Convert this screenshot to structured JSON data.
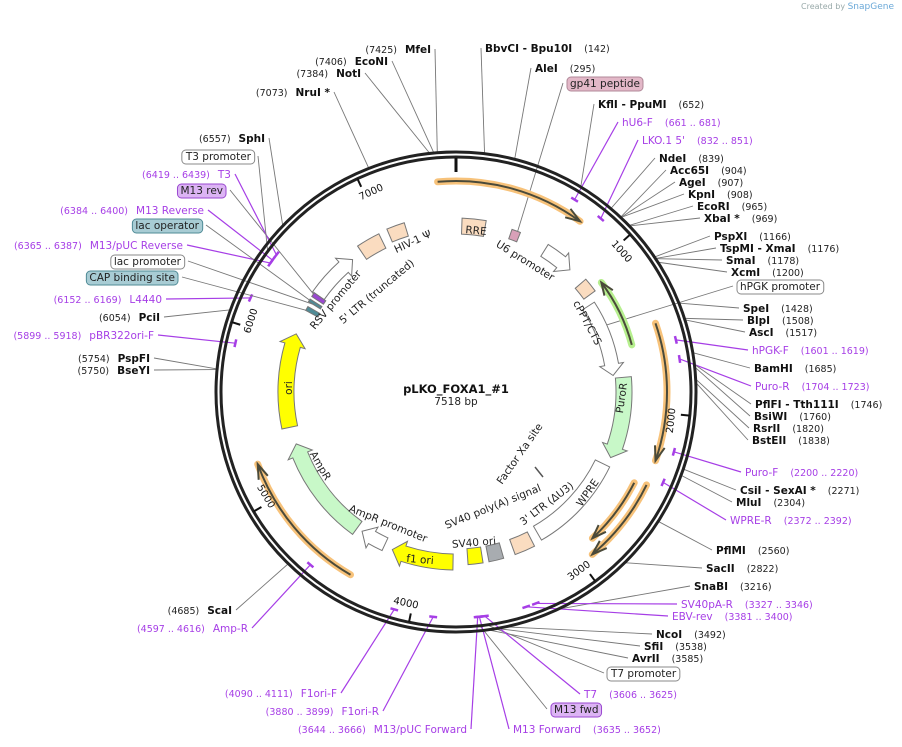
{
  "watermark": {
    "prefix": "Created by",
    "brand": "SnapGene"
  },
  "plasmid": {
    "name": "pLKO_FOXA1_#1",
    "length": "7518 bp",
    "total_bp": 7518
  },
  "ticks": [
    "1000",
    "2000",
    "3000",
    "4000",
    "5000",
    "6000",
    "7000"
  ],
  "enzymes": [
    {
      "name": "BbvCI  - Bpu10I",
      "pos": "(142)"
    },
    {
      "name": "AleI",
      "pos": "(295)"
    },
    {
      "name": "KflI  - PpuMI",
      "pos": "(652)"
    },
    {
      "name": "NdeI",
      "pos": "(839)"
    },
    {
      "name": "Acc65I",
      "pos": "(904)"
    },
    {
      "name": "AgeI",
      "pos": "(907)"
    },
    {
      "name": "KpnI",
      "pos": "(908)"
    },
    {
      "name": "EcoRI",
      "pos": "(965)"
    },
    {
      "name": "XbaI *",
      "pos": "(969)"
    },
    {
      "name": "PspXI",
      "pos": "(1166)"
    },
    {
      "name": "TspMI  - XmaI",
      "pos": "(1176)"
    },
    {
      "name": "SmaI",
      "pos": "(1178)"
    },
    {
      "name": "XcmI",
      "pos": "(1200)"
    },
    {
      "name": "SpeI",
      "pos": "(1428)"
    },
    {
      "name": "BlpI",
      "pos": "(1508)"
    },
    {
      "name": "AscI",
      "pos": "(1517)"
    },
    {
      "name": "BamHI",
      "pos": "(1685)"
    },
    {
      "name": "PflFI  - Tth111I",
      "pos": "(1746)"
    },
    {
      "name": "BsiWI",
      "pos": "(1760)"
    },
    {
      "name": "RsrII",
      "pos": "(1820)"
    },
    {
      "name": "BstEII",
      "pos": "(1838)"
    },
    {
      "name": "CsiI  - SexAI *",
      "pos": "(2271)"
    },
    {
      "name": "MluI",
      "pos": "(2304)"
    },
    {
      "name": "PflMI",
      "pos": "(2560)"
    },
    {
      "name": "SacII",
      "pos": "(2822)"
    },
    {
      "name": "SnaBI",
      "pos": "(3216)"
    },
    {
      "name": "NcoI",
      "pos": "(3492)"
    },
    {
      "name": "SfiI",
      "pos": "(3538)"
    },
    {
      "name": "AvrII",
      "pos": "(3585)"
    },
    {
      "name": "ScaI",
      "pos": "(4685)"
    },
    {
      "name": "BseYI",
      "pos": "(5750)"
    },
    {
      "name": "PspFI",
      "pos": "(5754)"
    },
    {
      "name": "PciI",
      "pos": "(6054)"
    },
    {
      "name": "SphI",
      "pos": "(6557)"
    },
    {
      "name": "NruI *",
      "pos": "(7073)"
    },
    {
      "name": "NotI",
      "pos": "(7384)"
    },
    {
      "name": "EcoNI",
      "pos": "(7406)"
    },
    {
      "name": "MfeI",
      "pos": "(7425)"
    }
  ],
  "primers": [
    {
      "name": "hU6-F",
      "range": "(661 .. 681)"
    },
    {
      "name": "LKO.1 5'",
      "range": "(832 .. 851)"
    },
    {
      "name": "hPGK-F",
      "range": "(1601 .. 1619)"
    },
    {
      "name": "Puro-R",
      "range": "(1704 .. 1723)"
    },
    {
      "name": "Puro-F",
      "range": "(2200 .. 2220)"
    },
    {
      "name": "WPRE-R",
      "range": "(2372 .. 2392)"
    },
    {
      "name": "SV40pA-R",
      "range": "(3327 .. 3346)"
    },
    {
      "name": "EBV-rev",
      "range": "(3381 .. 3400)"
    },
    {
      "name": "T7",
      "range": "(3606 .. 3625)"
    },
    {
      "name": "M13 Forward",
      "range": "(3635 .. 3652)"
    },
    {
      "name": "M13/pUC Forward",
      "range": "(3644 .. 3666)"
    },
    {
      "name": "F1ori-R",
      "range": "(3880 .. 3899)"
    },
    {
      "name": "F1ori-F",
      "range": "(4090 .. 4111)"
    },
    {
      "name": "Amp-R",
      "range": "(4597 .. 4616)"
    },
    {
      "name": "pBR322ori-F",
      "range": "(5899 .. 5918)"
    },
    {
      "name": "L4440",
      "range": "(6152 .. 6169)"
    },
    {
      "name": "M13/pUC Reverse",
      "range": "(6365 .. 6387)"
    },
    {
      "name": "M13 Reverse",
      "range": "(6384 .. 6400)"
    },
    {
      "name": "T3",
      "range": "(6419 .. 6439)"
    }
  ],
  "boxed_features": [
    {
      "label": "gp41 peptide",
      "fill": "#e3b8c8",
      "stroke": "#b08898"
    },
    {
      "label": "hPGK promoter",
      "fill": "#ffffff",
      "stroke": "#888888"
    },
    {
      "label": "T7 promoter",
      "fill": "#ffffff",
      "stroke": "#888888"
    },
    {
      "label": "M13 fwd",
      "fill": "#dcb4f4",
      "stroke": "#9a48d0"
    },
    {
      "label": "CAP binding site",
      "fill": "#a8ccd4",
      "stroke": "#4f8b96"
    },
    {
      "label": "lac promoter",
      "fill": "#ffffff",
      "stroke": "#888888"
    },
    {
      "label": "lac operator",
      "fill": "#a8ccd4",
      "stroke": "#4f8b96"
    },
    {
      "label": "M13 rev",
      "fill": "#dcb4f4",
      "stroke": "#9a48d0"
    },
    {
      "label": "T3 promoter",
      "fill": "#ffffff",
      "stroke": "#888888"
    }
  ],
  "map_features": {
    "rre": "RRE",
    "u6": "U6 promoter",
    "cppt": "cPPT/CTS",
    "puror": "PuroR",
    "wpre": "WPRE",
    "ltr3": "3' LTR (ΔU3)",
    "sv40pa": "SV40 poly(A) signal",
    "sv40ori": "SV40 ori",
    "f1ori": "f1 ori",
    "amppro": "AmpR promoter",
    "ampr": "AmpR",
    "ori": "ori",
    "rsv": "RSV promoter",
    "ltr5": "5' LTR (truncated)",
    "psi": "HIV-1 Ψ",
    "factorxa": "Factor Xa site"
  },
  "colors": {
    "primer": "#a63ee6",
    "orf_glow": "#f7c27a",
    "orf_line": "#555555",
    "backbone": "#222222"
  }
}
